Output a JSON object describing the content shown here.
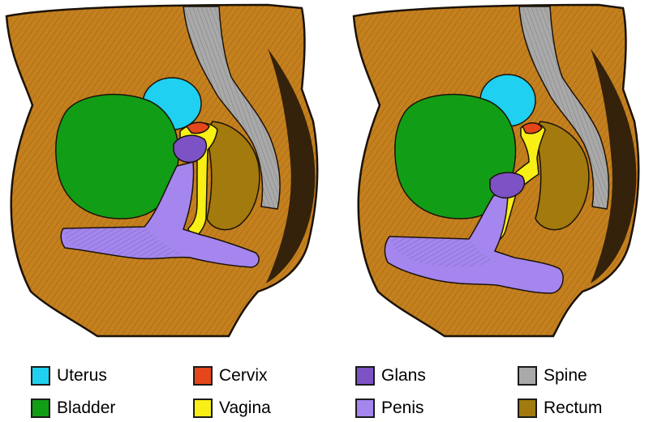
{
  "colors": {
    "body": "#C5801E",
    "skin_outline": "#1b1208",
    "uterus": "#1FD0F0",
    "bladder": "#129D17",
    "cervix": "#E5461C",
    "vagina": "#F7EF16",
    "glans": "#7D52C4",
    "penis": "#A486EE",
    "spine": "#A9A9A9",
    "rectum": "#A27A0D"
  },
  "legend": [
    {
      "key": "uterus",
      "label": "Uterus",
      "color": "#1FD0F0"
    },
    {
      "key": "bladder",
      "label": "Bladder",
      "color": "#129D17"
    },
    {
      "key": "cervix",
      "label": "Cervix",
      "color": "#E5461C"
    },
    {
      "key": "vagina",
      "label": "Vagina",
      "color": "#F7EF16"
    },
    {
      "key": "glans",
      "label": "Glans",
      "color": "#7D52C4"
    },
    {
      "key": "penis",
      "label": "Penis",
      "color": "#A486EE"
    },
    {
      "key": "spine",
      "label": "Spine",
      "color": "#A9A9A9"
    },
    {
      "key": "rectum",
      "label": "Rectum",
      "color": "#A27A0D"
    }
  ]
}
